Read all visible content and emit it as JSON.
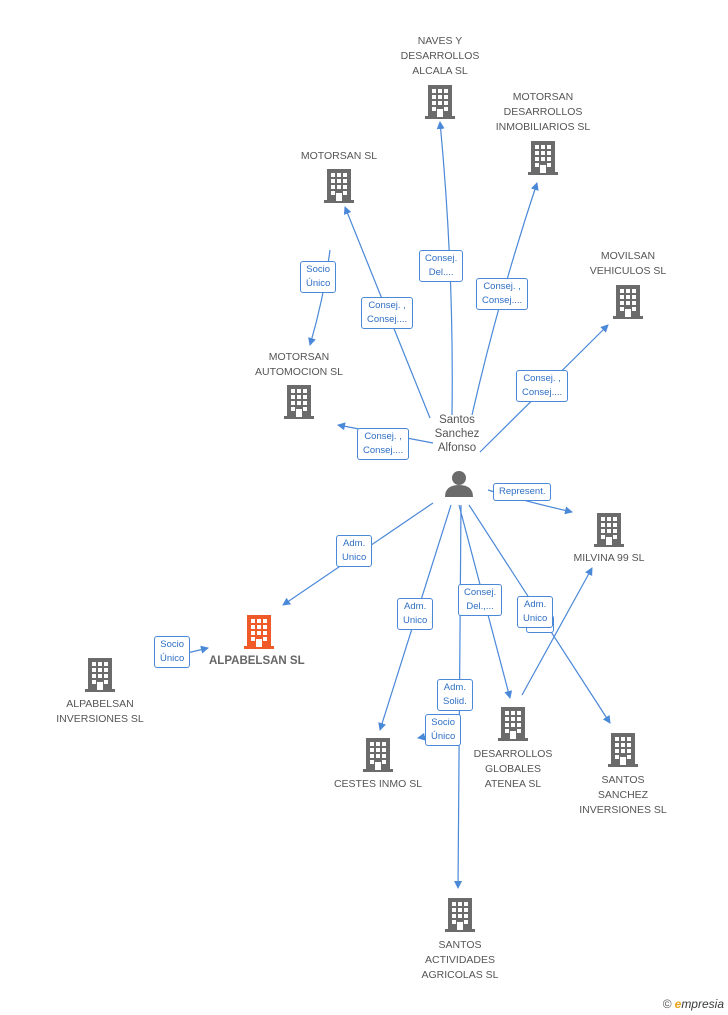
{
  "person": {
    "name_lines": [
      "Santos",
      "Sanchez",
      "Alfonso"
    ]
  },
  "center": {
    "label": "ALPABELSAN SL"
  },
  "nodes": [
    {
      "id": "naves",
      "lines": [
        "NAVES Y",
        "DESARROLLOS",
        "ALCALA SL"
      ]
    },
    {
      "id": "motorsan_desarrollos",
      "lines": [
        "MOTORSAN",
        "DESARROLLOS",
        "INMOBILIARIOS SL"
      ]
    },
    {
      "id": "motorsan_sl",
      "lines": [
        "MOTORSAN SL"
      ]
    },
    {
      "id": "movilsan",
      "lines": [
        "MOVILSAN",
        "VEHICULOS SL"
      ]
    },
    {
      "id": "motorsan_automocion",
      "lines": [
        "MOTORSAN",
        "AUTOMOCION SL"
      ]
    },
    {
      "id": "milvina",
      "lines": [
        "MILVINA 99 SL"
      ]
    },
    {
      "id": "alpabelsan_inversiones",
      "lines": [
        "ALPABELSAN",
        "INVERSIONES SL"
      ]
    },
    {
      "id": "cestes",
      "lines": [
        "CESTES INMO SL"
      ]
    },
    {
      "id": "desarrollos_globales",
      "lines": [
        "DESARROLLOS",
        "GLOBALES",
        "ATENEA SL"
      ]
    },
    {
      "id": "santos_inversiones",
      "lines": [
        "SANTOS",
        "SANCHEZ",
        "INVERSIONES SL"
      ]
    },
    {
      "id": "santos_actividades",
      "lines": [
        "SANTOS",
        "ACTIVIDADES",
        "AGRICOLAS SL"
      ]
    }
  ],
  "edge_labels": [
    {
      "id": "el_naves",
      "lines": [
        "Consej.",
        "Del...."
      ]
    },
    {
      "id": "el_motorsan_des",
      "lines": [
        "Consej. ,",
        "Consej...."
      ]
    },
    {
      "id": "el_motorsan_sl",
      "lines": [
        "Consej. ,",
        "Consej...."
      ]
    },
    {
      "id": "el_socio_motorsan",
      "lines": [
        "Socio",
        "Único"
      ]
    },
    {
      "id": "el_movilsan",
      "lines": [
        "Consej. ,",
        "Consej...."
      ]
    },
    {
      "id": "el_automocion",
      "lines": [
        "Consej. ,",
        "Consej...."
      ]
    },
    {
      "id": "el_milvina",
      "lines": [
        "Represent."
      ]
    },
    {
      "id": "el_alpabelsan",
      "lines": [
        "Adm.",
        "Unico"
      ]
    },
    {
      "id": "el_socio_alpabelsan",
      "lines": [
        "Socio",
        "Único"
      ]
    },
    {
      "id": "el_cestes",
      "lines": [
        "Adm.",
        "Unico"
      ]
    },
    {
      "id": "el_desarrollos",
      "lines": [
        "Consej.",
        "Del.,..."
      ]
    },
    {
      "id": "el_consejero",
      "lines": [
        "jero"
      ]
    },
    {
      "id": "el_santos_inv",
      "lines": [
        "Adm.",
        "Unico"
      ]
    },
    {
      "id": "el_actividades",
      "lines": [
        "Adm.",
        "Solid."
      ]
    },
    {
      "id": "el_socio_cestes",
      "lines": [
        "Socio",
        "Único"
      ]
    }
  ],
  "colors": {
    "edge": "#4a88d8",
    "building": "#6b6b6b",
    "center_building": "#f05a28",
    "person": "#6b6b6b"
  },
  "watermark": {
    "symbol": "©",
    "brand_initial": "e",
    "brand_rest": "mpresia"
  }
}
